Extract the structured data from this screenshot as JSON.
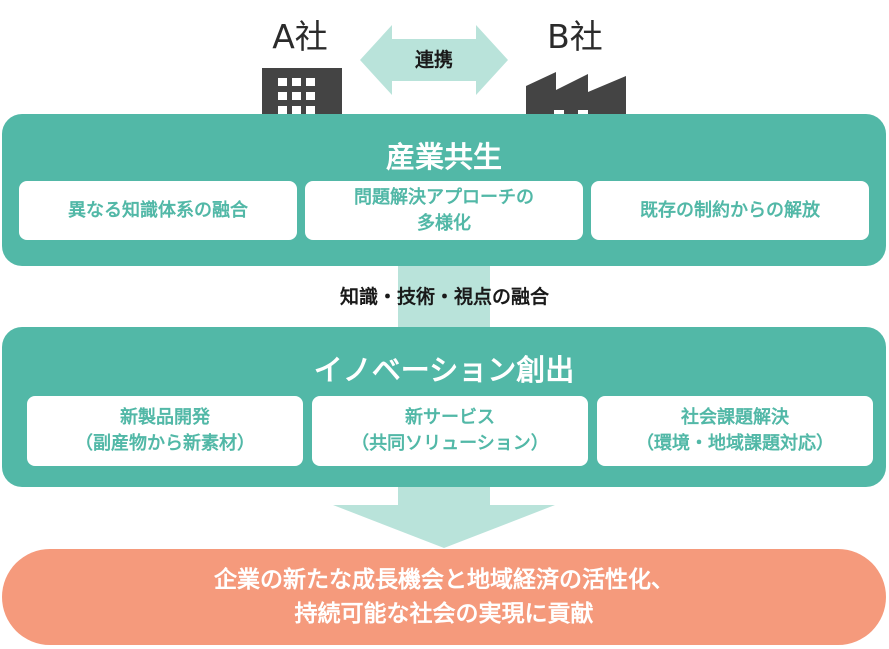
{
  "companies": {
    "a_label": "A社",
    "b_label": "B社",
    "link_label": "連携"
  },
  "symbiosis": {
    "title": "産業共生",
    "cards": [
      "異なる知識体系の融合",
      "問題解決アプローチの\n多様化",
      "既存の制約からの解放"
    ]
  },
  "fusion_label": "知識・技術・視点の融合",
  "innovation": {
    "title": "イノベーション創出",
    "cards": [
      "新製品開発\n（副産物から新素材）",
      "新サービス\n（共同ソリューション）",
      "社会課題解決\n（環境・地域課題対応）"
    ]
  },
  "result": {
    "text": "企業の新たな成長機会と地域経済の活性化、\n持続可能な社会の実現に貢献"
  },
  "colors": {
    "teal": "#52b8a7",
    "light_teal": "#b9e3da",
    "coral": "#f59a7c",
    "icon_dark": "#444444"
  }
}
